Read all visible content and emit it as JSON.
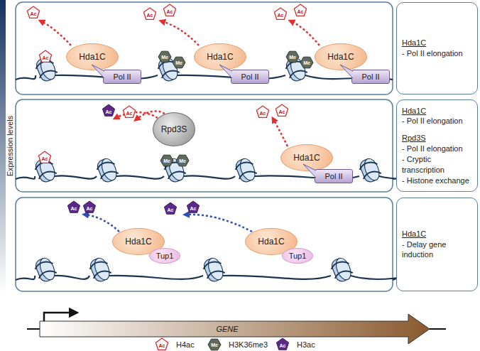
{
  "diagram": {
    "nodes": [
      {
        "text": [
          "Hda1C"
        ]
      },
      {
        "text": [
          "Pol II"
        ]
      },
      {
        "text": [
          "Hda1C"
        ]
      },
      {
        "text": [
          "Pol II"
        ]
      },
      {
        "text": [
          "Hda1C"
        ]
      },
      {
        "text": [
          "Pol II"
        ]
      },
      {
        "text": [
          "Hda1C",
          "- Pol II elongation"
        ]
      },
      {
        "text": [
          "Rpd3S"
        ]
      },
      {
        "text": [
          "Hda1C"
        ]
      },
      {
        "text": [
          "Pol II"
        ]
      },
      {
        "text": [
          "Hda1C",
          "- Pol II elongation",
          "Rpd3S",
          "- Pol II elongation",
          "- Cryptic transcription",
          "- Histone exchange"
        ]
      },
      {
        "text": [
          "Hda1C"
        ]
      },
      {
        "text": [
          "Tup1"
        ]
      },
      {
        "text": [
          "Hda1C"
        ]
      },
      {
        "text": [
          "Tup1"
        ]
      },
      {
        "text": [
          "Hda1C",
          "- Delay gene induction"
        ]
      }
    ],
    "labels": [
      "Expression levels",
      "Ac",
      "Ac",
      "Ac",
      "Ac",
      "Ac",
      "Ac",
      "Me",
      "Me",
      "Me",
      "Me",
      "Ac",
      "Ac",
      "Ac",
      "Ac",
      "Ac",
      "Me",
      "Me",
      "Ac",
      "Ac",
      "Ac",
      "Ac",
      "GENE",
      "Ac",
      "Me",
      "Ac"
    ],
    "legend": [
      {
        "text": "H4ac"
      },
      {
        "text": "H3K36me3"
      },
      {
        "text": "H3ac"
      }
    ]
  }
}
